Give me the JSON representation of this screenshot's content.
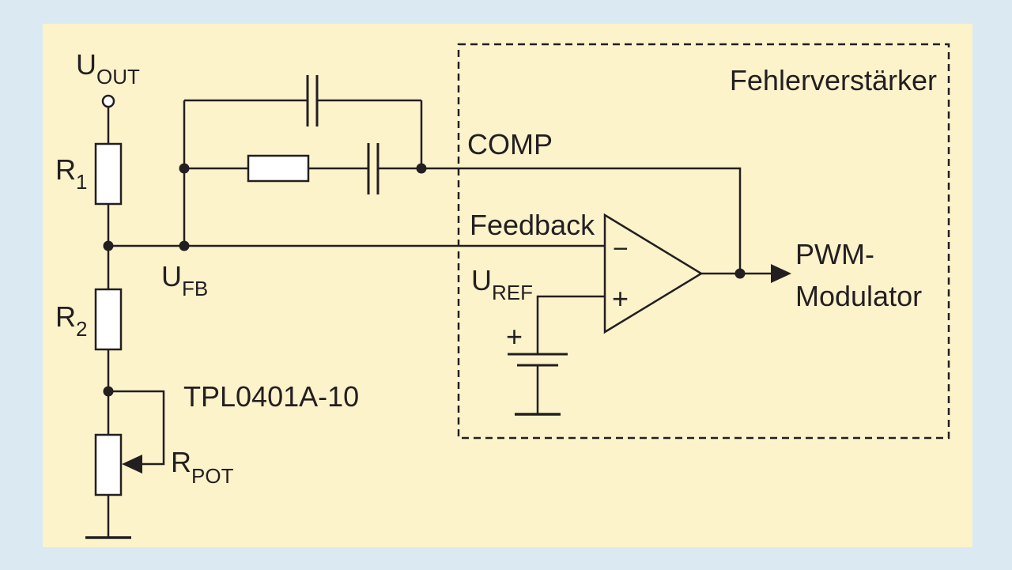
{
  "labels": {
    "u_out_main": "U",
    "u_out_sub": "OUT",
    "r1_main": "R",
    "r1_sub": "1",
    "r2_main": "R",
    "r2_sub": "2",
    "u_fb_main": "U",
    "u_fb_sub": "FB",
    "u_ref_main": "U",
    "u_ref_sub": "REF",
    "r_pot_main": "R",
    "r_pot_sub": "POT",
    "comp": "COMP",
    "feedback": "Feedback",
    "error_amp": "Fehlerverstärker",
    "pwm_line1": "PWM-",
    "pwm_line2": "Modulator",
    "tpl_part": "TPL0401A-10",
    "minus_sign": "−",
    "plus_sign": "+",
    "battery_plus": "+"
  },
  "colors": {
    "outer_background": "#dbe9f3",
    "panel_background": "#fcf3cb",
    "line": "#231f20",
    "component_fill": "#ffffff"
  }
}
